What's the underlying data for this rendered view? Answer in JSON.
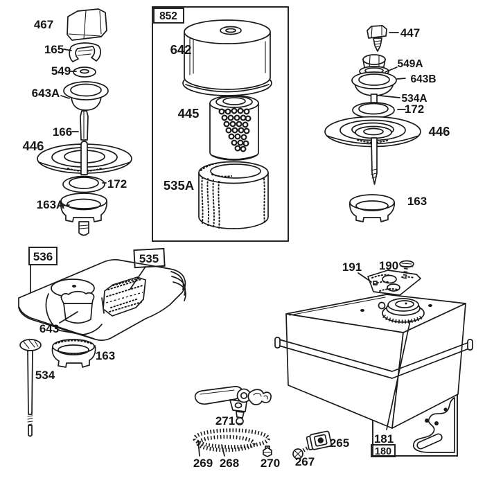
{
  "colors": {
    "ink": "#1a1a1a",
    "paper": "#ffffff"
  },
  "groups": [
    {
      "name": "air-cleaner-exploded-left",
      "parts": [
        {
          "ref": "467",
          "depicts": "knob-cap"
        },
        {
          "ref": "165",
          "depicts": "clip"
        },
        {
          "ref": "549",
          "depicts": "washer"
        },
        {
          "ref": "643A",
          "depicts": "cup"
        },
        {
          "ref": "166",
          "depicts": "pin"
        },
        {
          "ref": "446",
          "depicts": "disc"
        },
        {
          "ref": "172",
          "depicts": "ring"
        },
        {
          "ref": "163A",
          "depicts": "base-cup"
        }
      ]
    },
    {
      "name": "filter-cartridge-boxed-view",
      "box_label": "852",
      "parts": [
        {
          "ref": "642",
          "depicts": "cover-canister"
        },
        {
          "ref": "445",
          "depicts": "perforated-cartridge"
        },
        {
          "ref": "535A",
          "depicts": "foam-element"
        }
      ]
    },
    {
      "name": "air-cleaner-exploded-right",
      "parts": [
        {
          "ref": "447",
          "depicts": "screw"
        },
        {
          "ref": "549A",
          "depicts": "cap-washer"
        },
        {
          "ref": "643B",
          "depicts": "cup"
        },
        {
          "ref": "534A",
          "depicts": "stud"
        },
        {
          "ref": "172",
          "depicts": "ring"
        },
        {
          "ref": "446",
          "depicts": "disc"
        },
        {
          "ref": "163",
          "depicts": "base-cup"
        }
      ]
    },
    {
      "name": "oval-air-cleaner-assembly",
      "box_labels": [
        "536",
        "535"
      ],
      "parts": [
        {
          "ref": "643",
          "depicts": "cup"
        },
        {
          "ref": "163",
          "depicts": "base-cup"
        },
        {
          "ref": "534",
          "depicts": "dipstick"
        }
      ]
    },
    {
      "name": "control-linkage",
      "parts": [
        {
          "ref": "271",
          "depicts": "lever-assembly"
        },
        {
          "ref": "269",
          "depicts": "spring-outer"
        },
        {
          "ref": "268",
          "depicts": "spring-inner"
        },
        {
          "ref": "270",
          "depicts": "nut"
        },
        {
          "ref": "267",
          "depicts": "screw"
        },
        {
          "ref": "265",
          "depicts": "clamp-block"
        }
      ]
    },
    {
      "name": "fuel-tank-assembly",
      "parts": [
        {
          "ref": "191",
          "depicts": "gasket"
        },
        {
          "ref": "190",
          "depicts": "screw"
        },
        {
          "ref": "181",
          "depicts": "bracket"
        },
        {
          "ref": "180",
          "depicts": "bracket-boxed-callout"
        }
      ]
    }
  ]
}
